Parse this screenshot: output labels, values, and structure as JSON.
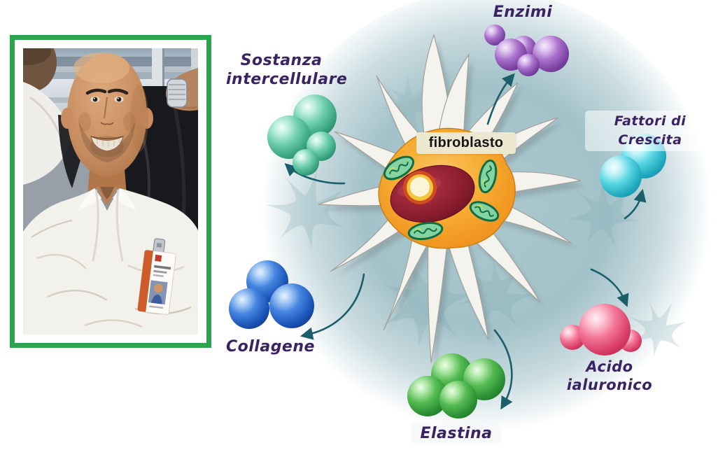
{
  "photo": {
    "alt": "Bald man in a white medical coat with an ID badge, seated in front of a window",
    "frame_color": "#2ca44e"
  },
  "diagram": {
    "center_cell": {
      "label": "fibroblasto",
      "body_color": "#f6a42c",
      "nucleus_color": "#8e1f30",
      "nucleolus_color": "#f2c53d",
      "mitochondria_color": "#86d3a2",
      "mitochondria_count": 4
    },
    "nodes": [
      {
        "id": "sostanza-intercellulare",
        "label_lines": [
          "Sostanza",
          "intercellulare"
        ],
        "sphere_color": "#5cc8a2",
        "sphere_count": 4
      },
      {
        "id": "enzimi",
        "label_lines": [
          "Enzimi"
        ],
        "sphere_color": "#a266c4",
        "sphere_count": 5
      },
      {
        "id": "fattori-di-crescita",
        "label_lines": [
          "Fattori di Crescita"
        ],
        "sphere_color": "#4ed2de",
        "sphere_count": 2
      },
      {
        "id": "acido-ialuronico",
        "label_lines": [
          "Acido",
          "ialuronico"
        ],
        "sphere_color": "#ee5f7c",
        "sphere_count": 3
      },
      {
        "id": "elastina",
        "label_lines": [
          "Elastina"
        ],
        "sphere_color": "#3fae47",
        "sphere_count": 4
      },
      {
        "id": "collagene",
        "label_lines": [
          "Collagene"
        ],
        "sphere_color": "#2e6fd6",
        "sphere_count": 3
      }
    ],
    "label_text_color": "#3a2263",
    "arrow_color": "#1b5f6b",
    "background_tint": "#a3c2c9"
  }
}
